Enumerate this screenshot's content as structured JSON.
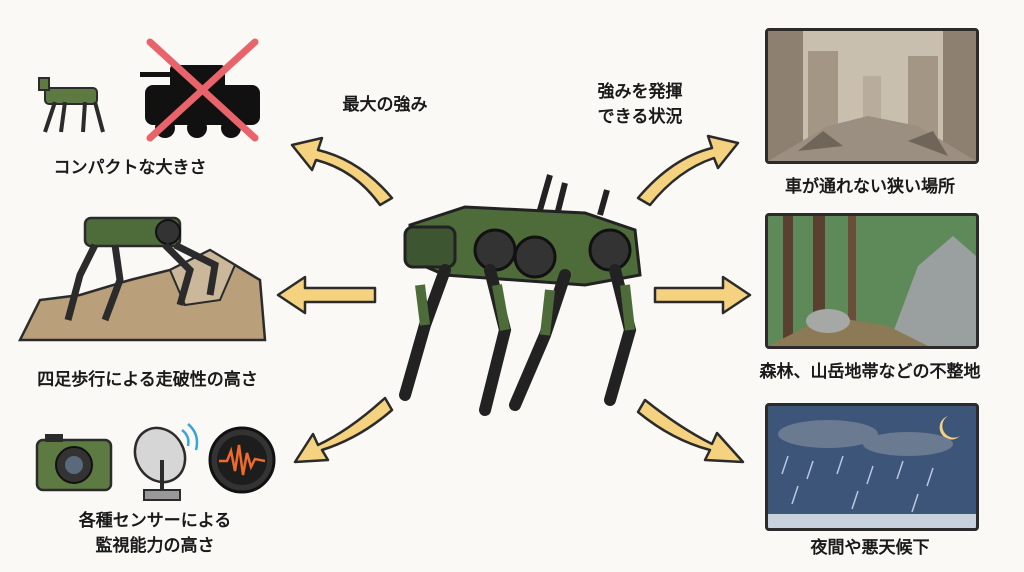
{
  "headings": {
    "left": "最大の強み",
    "right_line1": "強みを発揮",
    "right_line2": "できる状況"
  },
  "strengths": [
    {
      "label": "コンパクトな大きさ"
    },
    {
      "label": "四足歩行による走破性の高さ"
    },
    {
      "label_line1": "各種センサーによる",
      "label_line2": "監視能力の高さ"
    }
  ],
  "situations": [
    {
      "label": "車が通れない狭い場所"
    },
    {
      "label": "森林、山岳地帯などの不整地"
    },
    {
      "label": "夜間や悪天候下"
    }
  ],
  "colors": {
    "arrow_fill": "#f5d27f",
    "robot_green": "#4e6b3a",
    "cross_red": "#e8646a",
    "outline": "#2b2b2b"
  }
}
